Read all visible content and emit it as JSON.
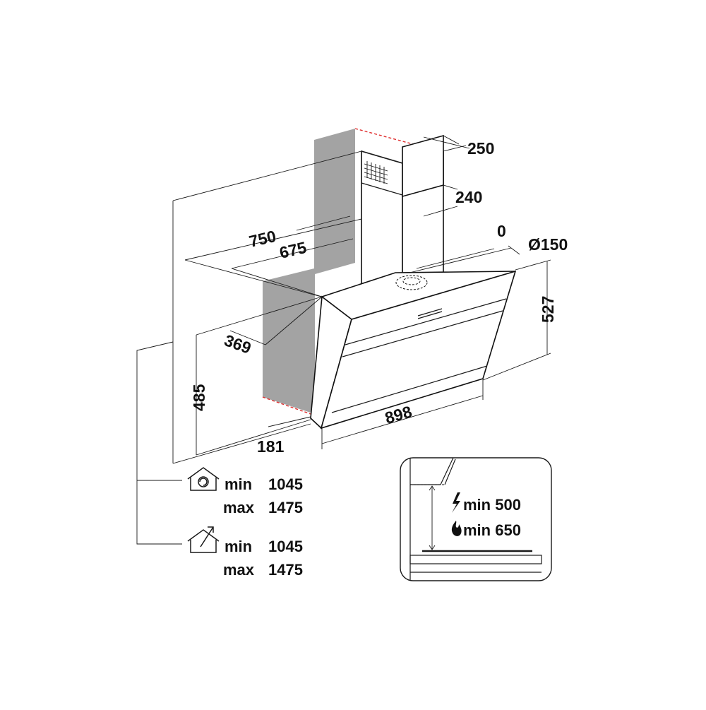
{
  "dimensions": {
    "duct_width": "250",
    "duct_depth": "240",
    "offset": "0",
    "outlet_diameter": "Ø150",
    "overall_depth": "750",
    "inner_depth": "675",
    "wall_offset": "369",
    "hood_front_height": "527",
    "hood_height": "485",
    "hood_width": "898",
    "bottom_depth": "181"
  },
  "height_ranges": {
    "recirculation": {
      "icon": "recirculation-house-icon",
      "min_label": "min",
      "min_value": "1045",
      "max_label": "max",
      "max_value": "1475"
    },
    "extraction": {
      "icon": "extraction-house-icon",
      "min_label": "min",
      "min_value": "1045",
      "max_label": "max",
      "max_value": "1475"
    }
  },
  "installation_inset": {
    "electric": {
      "icon": "lightning-icon",
      "label": "min 500"
    },
    "gas": {
      "icon": "flame-icon",
      "label": "min 650"
    }
  }
}
